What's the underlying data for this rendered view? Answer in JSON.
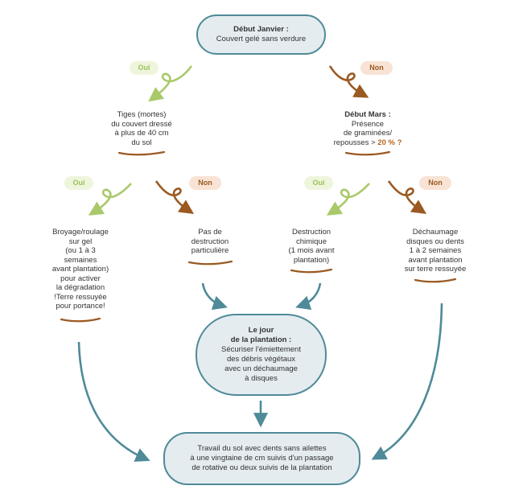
{
  "start": {
    "title": "Début Janvier :",
    "line": "Couvert gelé sans verdure"
  },
  "badges": {
    "top_oui": "Oui",
    "top_non": "Non",
    "left_oui": "Oui",
    "left_non": "Non",
    "right_oui": "Oui",
    "right_non": "Non"
  },
  "q_left": {
    "lines": [
      "Tiges (mortes)",
      "du couvert dressé",
      "à plus de 40 cm",
      "du sol"
    ]
  },
  "q_right": {
    "title": "Début Mars :",
    "lines": [
      "Présence",
      "de graminées/"
    ],
    "last_prefix": "repousses > ",
    "last_highlight": "20 % ?"
  },
  "outcomes": {
    "broyage": [
      "Broyage/roulage",
      "sur gel",
      "(ou 1 à 3",
      "semaines",
      "avant plantation)",
      "pour activer",
      "la dégradation",
      "!Terre ressuyée",
      "pour portance!"
    ],
    "pas_destruction": [
      "Pas de",
      "destruction",
      "particulière"
    ],
    "destruction_chimique": [
      "Destruction",
      "chimique",
      "(1 mois avant",
      "plantation)"
    ],
    "dechaumage": [
      "Déchaumage",
      "disques ou dents",
      "1 à 2 semaines",
      "avant plantation",
      "sur terre ressuyée"
    ]
  },
  "plantation": {
    "title_lines": [
      "Le jour",
      "de la plantation :"
    ],
    "lines": [
      "Sécuriser l'émiettement",
      "des débris végétaux",
      "avec un déchaumage",
      "à disques"
    ]
  },
  "final": {
    "lines": [
      "Travail du sol avec dents sans ailettes",
      "à une vingtaine de cm suivis d'un passage",
      "de rotative ou deux suivis de la plantation"
    ]
  },
  "colors": {
    "oui_green": "#a9c96a",
    "non_brown": "#9a5a22",
    "teal": "#4f8a98",
    "box_fill": "#e4ecf0",
    "highlight": "#b5641f"
  }
}
